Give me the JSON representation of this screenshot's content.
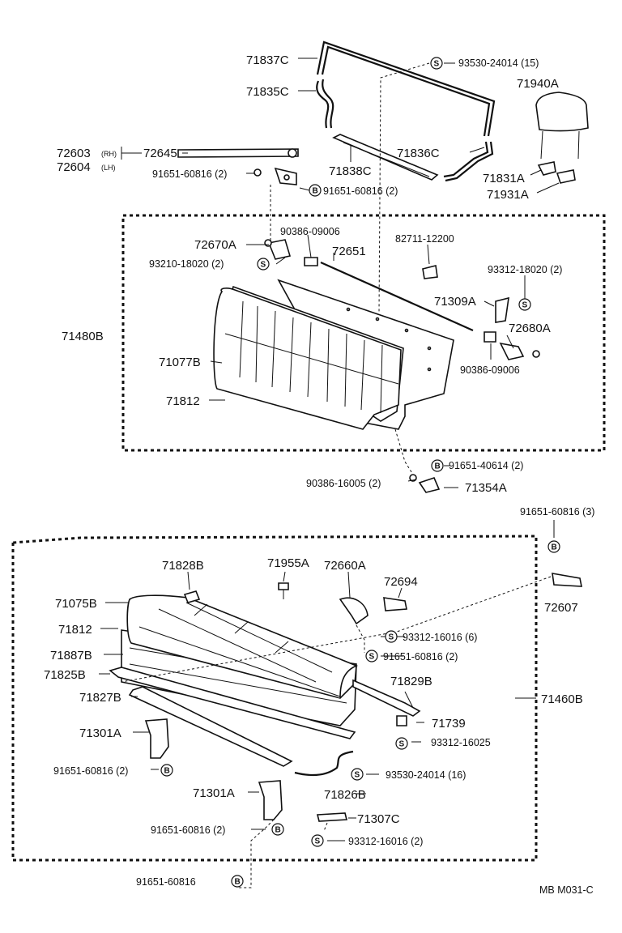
{
  "labels": {
    "p71837C": "71837C",
    "p71835C": "71835C",
    "p93530_24014_15": "93530-24014 (15)",
    "p71940A": "71940A",
    "p72603": "72603",
    "p72603_side": "(RH)",
    "p72604": "72604",
    "p72604_side": "(LH)",
    "p72645": "72645",
    "p91651_60816_2_a": "91651-60816 (2)",
    "p71838C": "71838C",
    "p71836C": "71836C",
    "p71831A": "71831A",
    "p71931A": "71931A",
    "p91651_60816_2_b": "91651-60816 (2)",
    "p90386_09006_a": "90386-09006",
    "p82711_12200": "82711-12200",
    "p72670A": "72670A",
    "p72651": "72651",
    "p93312_18020_2": "93312-18020 (2)",
    "p93210_18020_2": "93210-18020 (2)",
    "p71309A": "71309A",
    "p71480B": "71480B",
    "p72680A": "72680A",
    "p71077B": "71077B",
    "p90386_09006_b": "90386-09006",
    "p71812_a": "71812",
    "p91651_40614_2": "91651-40614 (2)",
    "p90386_16005_2": "90386-16005 (2)",
    "p71354A": "71354A",
    "p91651_60816_3": "91651-60816 (3)",
    "p71828B": "71828B",
    "p71955A": "71955A",
    "p72660A": "72660A",
    "p72694": "72694",
    "p72607": "72607",
    "p71075B": "71075B",
    "p71812_b": "71812",
    "p93312_16016_6": "93312-16016 (6)",
    "p71887B": "71887B",
    "p91651_60816_2_c": "91651-60816 (2)",
    "p71825B": "71825B",
    "p71829B": "71829B",
    "p71827B": "71827B",
    "p71460B": "71460B",
    "p71739": "71739",
    "p71301A_a": "71301A",
    "p93312_16025": "93312-16025",
    "p91651_60816_2_d": "91651-60816 (2)",
    "p93530_24014_16": "93530-24014 (16)",
    "p71826B": "71826B",
    "p71301A_b": "71301A",
    "p71307C": "71307C",
    "p91651_60816_2_e": "91651-60816 (2)",
    "p93312_16016_2": "93312-16016 (2)",
    "p91651_60816": "91651-60816",
    "footer_code": "MB  M031-C"
  },
  "symbols": {
    "screw": "S",
    "bolt": "B"
  }
}
